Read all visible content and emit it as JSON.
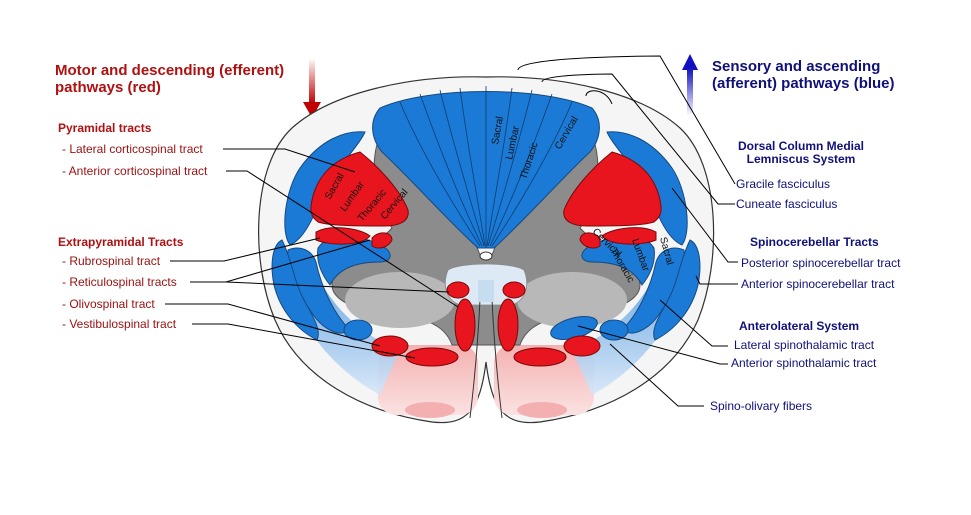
{
  "motor": {
    "heading": "Motor and descending (efferent) pathways   (red)",
    "pyramidal": {
      "title": "Pyramidal tracts",
      "items": [
        "- Lateral corticospinal tract",
        "- Anterior corticospinal tract"
      ]
    },
    "extrapyramidal": {
      "title": "Extrapyramidal Tracts",
      "items": [
        "- Rubrospinal tract",
        "- Reticulospinal tracts",
        "- Olivospinal tract",
        "- Vestibulospinal tract"
      ]
    }
  },
  "sensory": {
    "heading": "Sensory and ascending (afferent) pathways (blue)",
    "dorsal_column": {
      "title": "Dorsal Column Medial Lemniscus System",
      "items": [
        "Gracile fasciculus",
        "Cuneate fasciculus"
      ]
    },
    "spinocerebellar": {
      "title": "Spinocerebellar Tracts",
      "items": [
        "Posterior spinocerebellar tract",
        "Anterior spinocerebellar tract"
      ]
    },
    "anterolateral": {
      "title": "Anterolateral System",
      "items": [
        "Lateral spinothalamic tract",
        "Anterior spinothalamic tract"
      ]
    },
    "spino_olivary": "Spino-olivary fibers"
  },
  "segments": {
    "dorsal": [
      "Sacral",
      "Lumbar",
      "Thoracic",
      "Cervical"
    ],
    "left_lateral": [
      "Sacral",
      "Lumbar",
      "Thoracic",
      "Cervical"
    ],
    "right_lateral": [
      "Cervical",
      "Thoracic",
      "Lumbar",
      "Sacral"
    ]
  },
  "colors": {
    "motor_red": "#e8141e",
    "sensory_blue": "#1a7ad6",
    "gray_matter": "#8c8c8c",
    "label_red": "#b01010",
    "label_blue": "#10107a"
  }
}
